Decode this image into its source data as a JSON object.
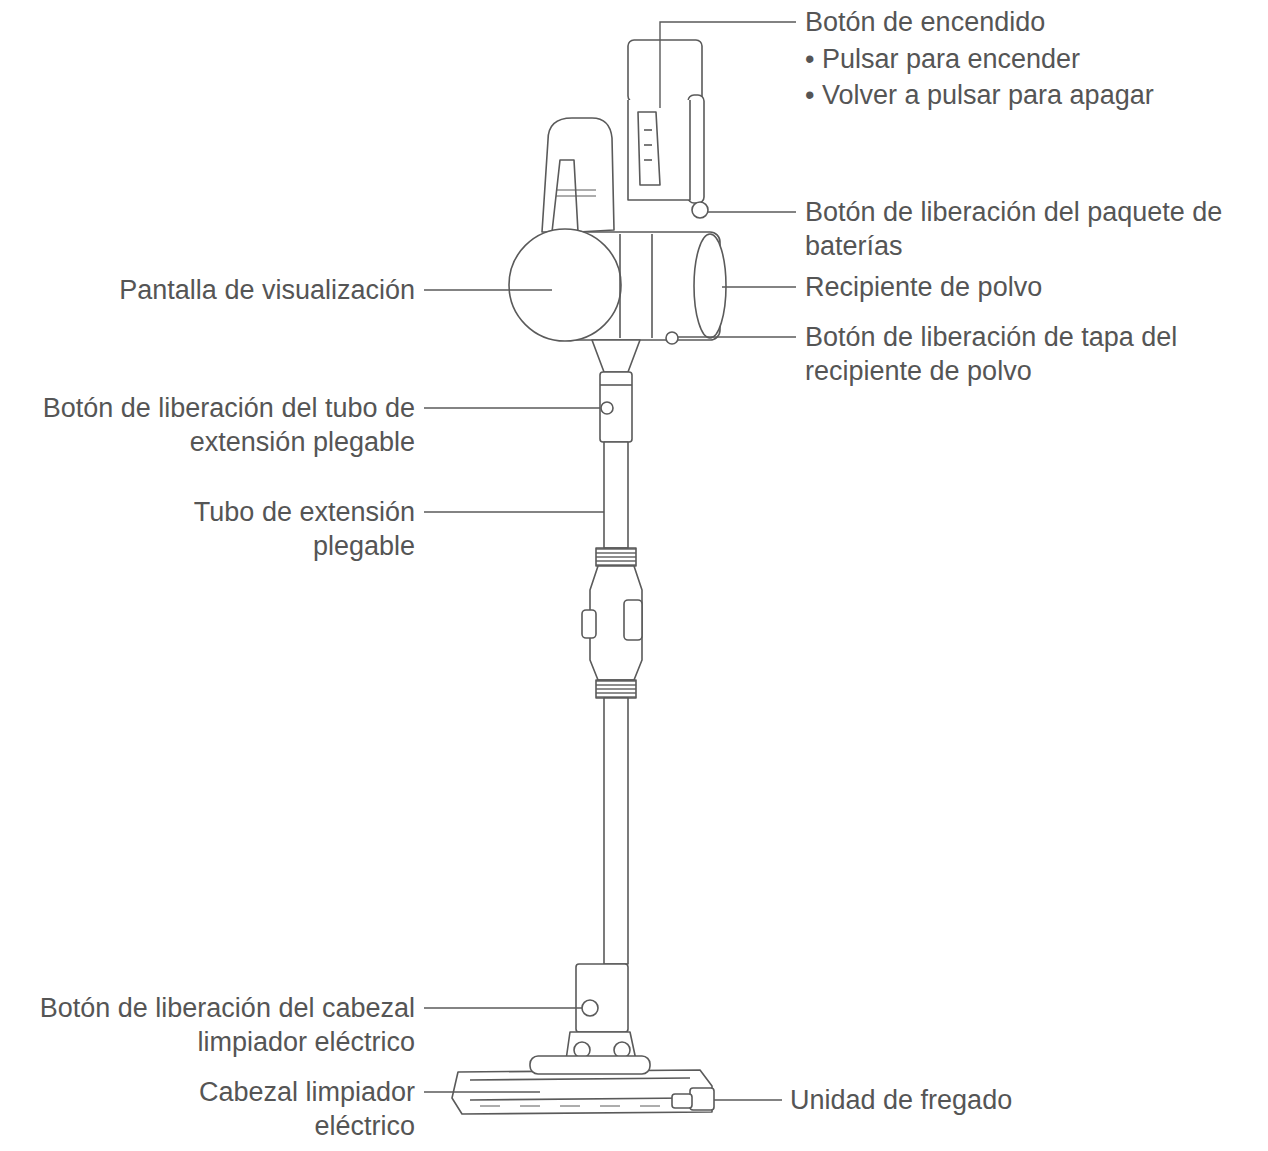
{
  "diagram": {
    "labels": [
      "Botón de encendido",
      "• Pulsar para encender",
      "• Volver a pulsar para apagar",
      "Botón de liberación del paquete de baterías",
      "Pantalla de visualización",
      "Recipiente de polvo",
      "Botón de liberación de tapa del recipiente de polvo",
      "Botón de liberación del tubo de extensión plegable",
      "Tubo de extensión plegable",
      "Botón de liberación del cabezal limpiador eléctrico",
      "Cabezal limpiador eléctrico",
      "Unidad de fregado"
    ]
  }
}
